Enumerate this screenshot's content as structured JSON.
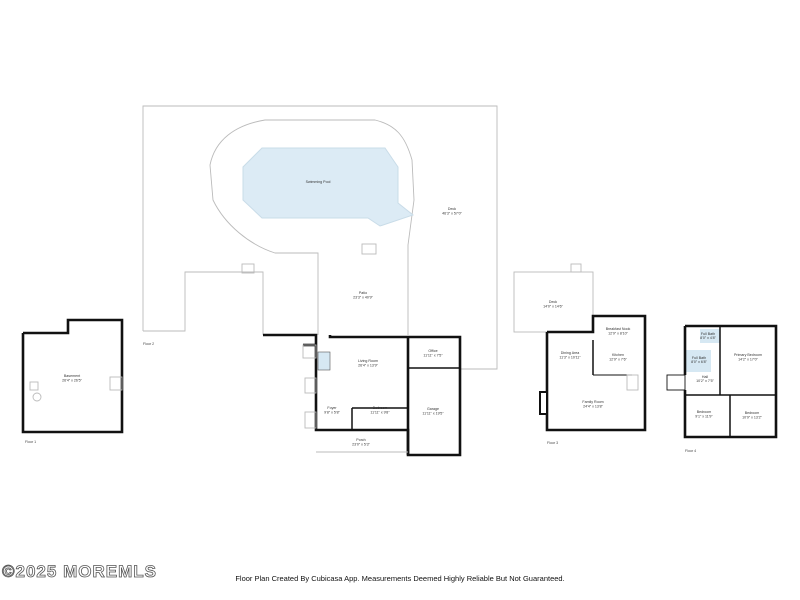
{
  "floors": [
    {
      "label": "Floor 1",
      "rooms": [
        {
          "name": "Basement",
          "size": "26'4\" x 26'5\""
        }
      ]
    },
    {
      "label": "Floor 2",
      "rooms": [
        {
          "name": "Swimming Pool",
          "size": ""
        },
        {
          "name": "Deck",
          "size": "46'3\" x 57'0\""
        },
        {
          "name": "Patio",
          "size": "23'3\" x 40'9\""
        },
        {
          "name": "Living Room",
          "size": "26'4\" x 13'9\""
        },
        {
          "name": "Office",
          "size": "11'11\" x 7'5\""
        },
        {
          "name": "Garage",
          "size": "11'11\" x 19'5\""
        },
        {
          "name": "Bedroom",
          "size": "11'11\" x 9'8\""
        },
        {
          "name": "Foyer",
          "size": "9'8\" x 5'8\""
        },
        {
          "name": "Porch",
          "size": "23'0\" x 5'3\""
        }
      ]
    },
    {
      "label": "Floor 3",
      "rooms": [
        {
          "name": "Deck",
          "size": "14'0\" x 14'6\""
        },
        {
          "name": "Breakfast Nook",
          "size": "12'9\" x 8'10\""
        },
        {
          "name": "Kitchen",
          "size": "12'9\" x 7'6\""
        },
        {
          "name": "Dining Area",
          "size": "11'3\" x 10'11\""
        },
        {
          "name": "Family Room",
          "size": "24'4\" x 13'8\""
        }
      ]
    },
    {
      "label": "Floor 4",
      "rooms": [
        {
          "name": "Full Bath",
          "size": "8'0\" x 4'8\""
        },
        {
          "name": "Full Bath",
          "size": "8'0\" x 6'8\""
        },
        {
          "name": "Primary Bedroom",
          "size": "14'2\" x 17'0\""
        },
        {
          "name": "Hall",
          "size": "10'2\" x 7'5\""
        },
        {
          "name": "Bedroom",
          "size": "9'1\" x 11'9\""
        },
        {
          "name": "Bedroom",
          "size": "10'9\" x 13'2\""
        }
      ]
    }
  ],
  "colors": {
    "pool": "#dcebf5",
    "wall": "#111111",
    "bath": "#d6e8f3"
  },
  "footer": "Floor Plan Created By Cubicasa App. Measurements Deemed Highly Reliable But Not Guaranteed.",
  "watermark": "©2025 MOREMLS"
}
